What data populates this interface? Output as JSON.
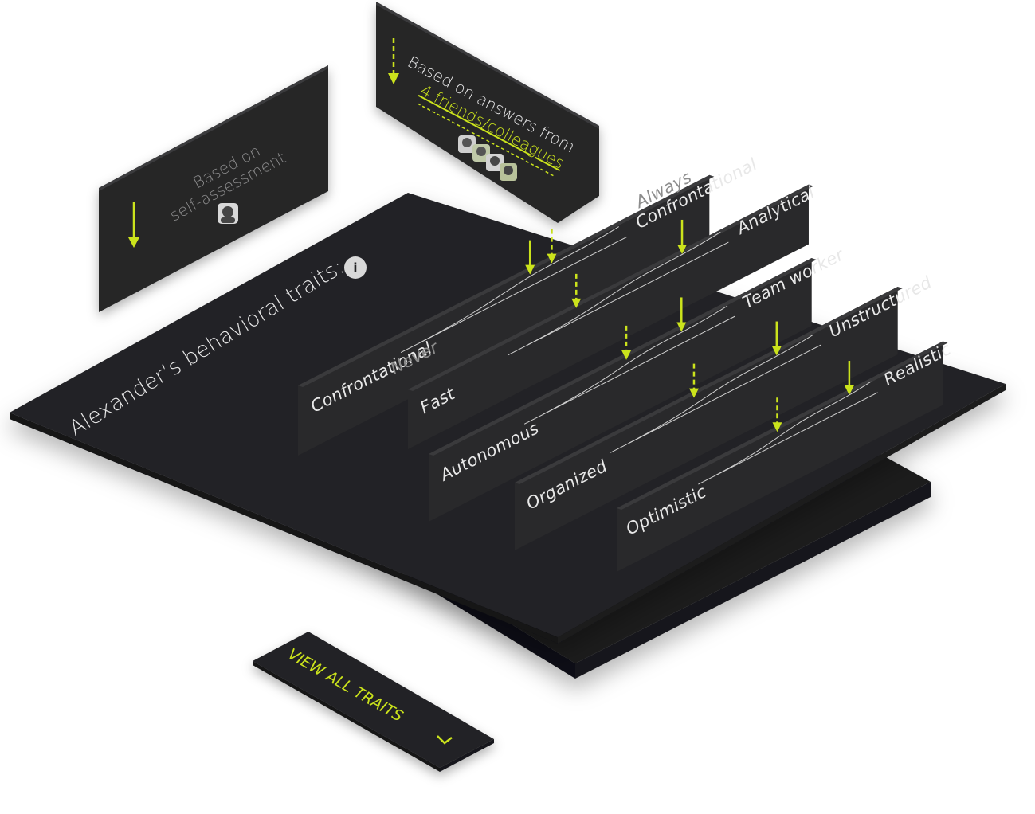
{
  "title": "Alexander’s behavioral traits:",
  "info_button": "i",
  "self_card": {
    "line1": "Based on",
    "line2": "self-assessment"
  },
  "friends_card": {
    "line1": "Based on answers from",
    "link": "4 friends/colleagues"
  },
  "rows": [
    {
      "left_top": "Never",
      "left": "Confrontational",
      "right_top": "Always",
      "right": "Confrontational",
      "self": 0.66,
      "others": 0.55
    },
    {
      "left": "Fast",
      "right": "Analytical",
      "self": 0.25,
      "others": 0.8
    },
    {
      "left": "Autonomous",
      "right": "Team worker",
      "self": 0.45,
      "others": 0.75
    },
    {
      "left": "Organized",
      "right": "Unstructured",
      "self": 0.35,
      "others": 0.8
    },
    {
      "left": "Optimistic",
      "right": "Realistic",
      "self": 0.4,
      "others": 0.86
    }
  ],
  "view_all": "VIEW ALL TRAITS",
  "colors": {
    "accent": "#cbe31c",
    "panel": "#232325",
    "panel_dark": "#161618"
  }
}
